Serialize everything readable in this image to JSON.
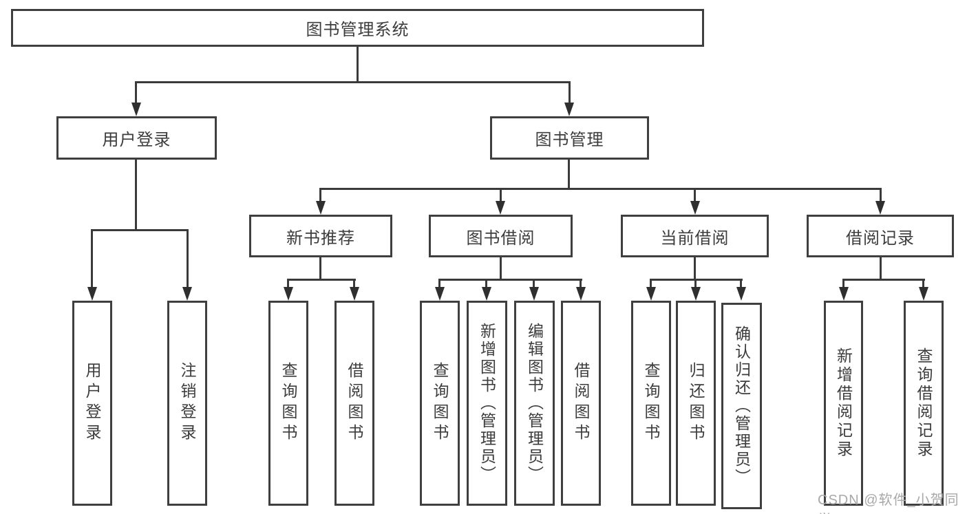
{
  "diagram": {
    "title": "图书管理系统",
    "nodes": {
      "root": "图书管理系统",
      "user_login": "用户登录",
      "book_mgmt": "图书管理",
      "login": "用户登录",
      "logout": "注销登录",
      "new_book_rec": "新书推荐",
      "book_borrow": "图书借阅",
      "current_borrow": "当前借阅",
      "borrow_record": "借阅记录",
      "nbr_query_book": "查询图书",
      "nbr_borrow_book": "借阅图书",
      "bb_query_book": "查询图书",
      "bb_add_book": "新增图书（管理员）",
      "bb_edit_book": "编辑图书（管理员）",
      "bb_borrow_book": "借阅图书",
      "cb_query_book": "查询图书",
      "cb_return_book": "归还图书",
      "cb_confirm_return": "确认归还（管理员）",
      "br_add_record": "新增借阅记录",
      "br_query_record": "查询借阅记录"
    },
    "colors": {
      "line": "#3a3a3a",
      "border": "#3f3f3f",
      "text": "#3c3c3c",
      "background": "#ffffff",
      "watermark": "#a8a8a8"
    }
  },
  "watermark": "CSDN @软件_小贺同学"
}
